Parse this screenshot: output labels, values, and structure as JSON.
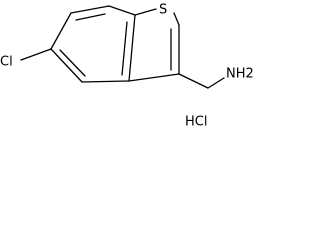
{
  "molecule": {
    "atoms": {
      "sulfur": "S",
      "chlorine": "Cl",
      "amine": "NH2",
      "salt": "HCl"
    }
  }
}
